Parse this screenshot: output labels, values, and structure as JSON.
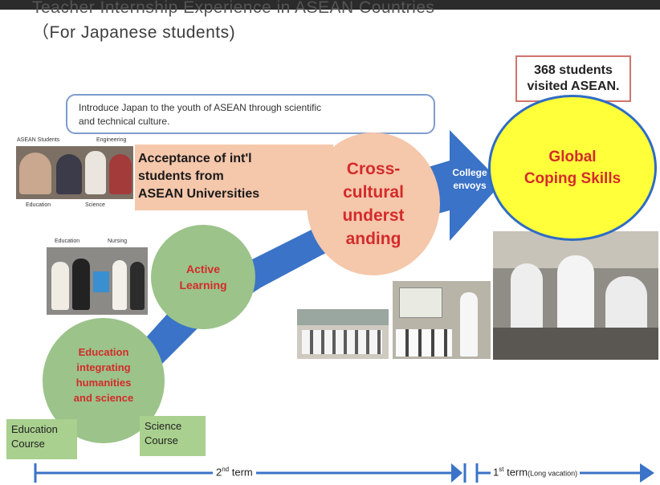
{
  "title": {
    "line1": "Teacher Internship Experience in ASEAN Countries",
    "line2": "（For Japanese students)"
  },
  "callout": {
    "line1": "Introduce Japan to the youth of ASEAN through scientific",
    "line2": "and technical culture."
  },
  "stat": {
    "line1": "368 students",
    "line2": "visited ASEAN."
  },
  "photo_top": {
    "captions": [
      "ASEAN Students",
      "Engineering",
      "Education",
      "Science"
    ]
  },
  "acceptance": {
    "line1": "Acceptance of int'l",
    "line2": "students from",
    "line3": "ASEAN Universities"
  },
  "cross": {
    "line1": "Cross-",
    "line2": "cultural",
    "line3": "underst",
    "line4": "anding"
  },
  "envoys": {
    "line1": "College",
    "line2": "envoys"
  },
  "global": {
    "line1": "Global",
    "line2": "Coping Skills"
  },
  "photo_mid": {
    "captions": [
      "Education",
      "Nursing"
    ]
  },
  "active": {
    "line1": "Active",
    "line2": "Learning"
  },
  "edu": {
    "line1": "Education",
    "line2": "integrating",
    "line3": "humanities",
    "line4": "and science"
  },
  "courses": {
    "education": {
      "line1": "Education",
      "line2": "Course"
    },
    "science": {
      "line1": "Science",
      "line2": "Course"
    }
  },
  "timeline": {
    "term2_num": "2",
    "term2_sup": "nd",
    "term2_word": "term",
    "term1_num": "1",
    "term1_sup": "st",
    "term1_word": "term",
    "term1_note": "(Long vacation)"
  },
  "colors": {
    "arrow_blue": "#3a73c7",
    "peach": "#f5c7ab",
    "green": "#9bc38a",
    "yellow": "#ffff3a",
    "red_text": "#d42b2b"
  }
}
